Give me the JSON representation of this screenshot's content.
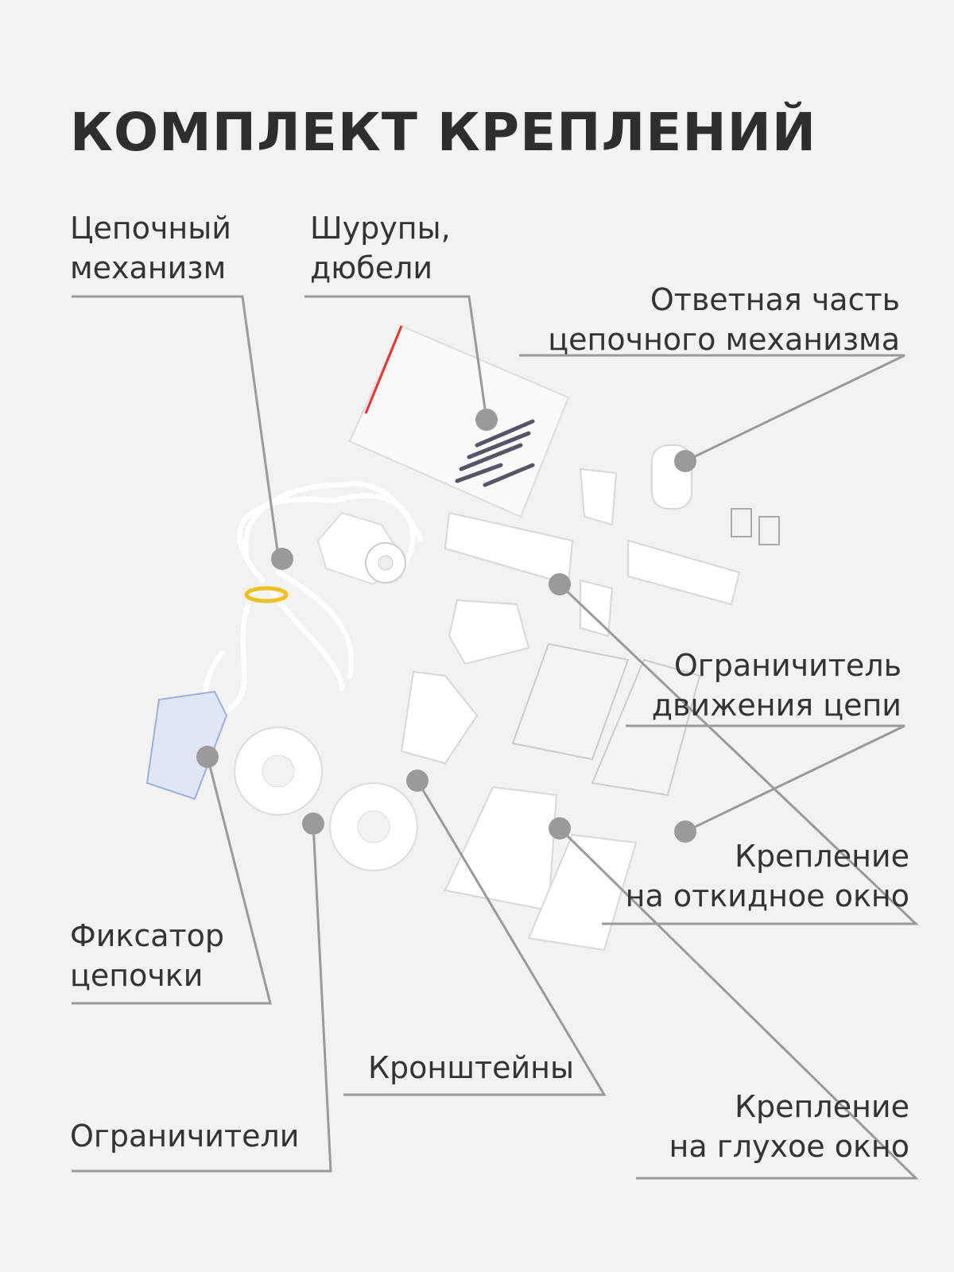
{
  "title": "КОМПЛЕКТ КРЕПЛЕНИЙ",
  "callouts": {
    "chain_mechanism": {
      "line1": "Цепочный",
      "line2": "механизм"
    },
    "screws": {
      "line1": "Шурупы,",
      "line2": "дюбели"
    },
    "counterpart": {
      "line1": "Ответная часть",
      "line2": "цепочного механизма"
    },
    "chain_limiter": {
      "line1": "Ограничитель",
      "line2": "движения цепи"
    },
    "tilt_window": {
      "line1": "Крепление",
      "line2": "на откидное окно"
    },
    "chain_lock": {
      "line1": "Фиксатор",
      "line2": "цепочки"
    },
    "brackets": {
      "line1": "Кронштейны"
    },
    "limiters": {
      "line1": "Ограничители"
    },
    "fixed_window": {
      "line1": "Крепление",
      "line2": "на глухое окно"
    }
  },
  "colors": {
    "background": "#f2f2f2",
    "callout": "#9a9a9a",
    "text": "#333333"
  }
}
